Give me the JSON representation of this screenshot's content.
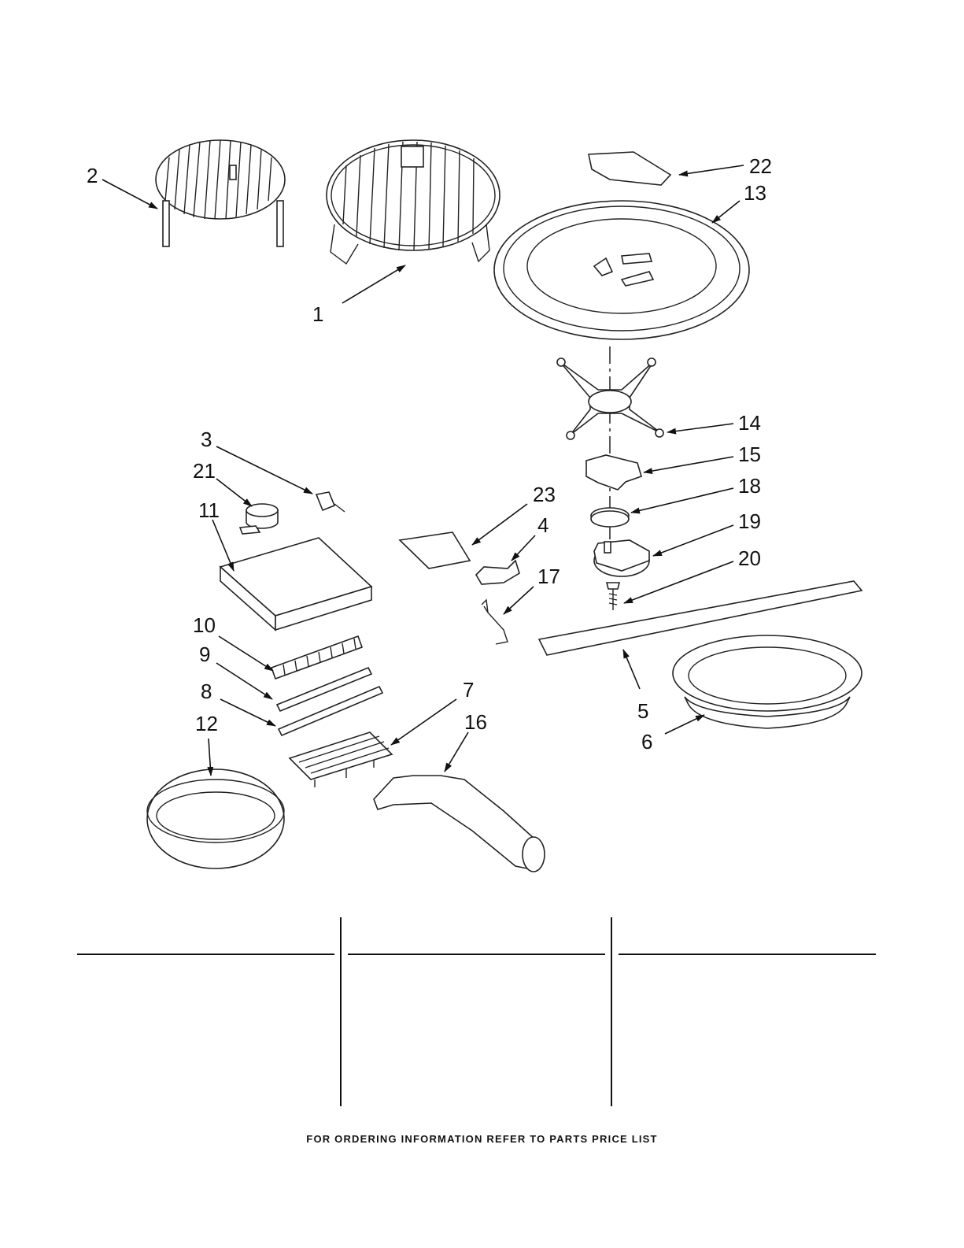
{
  "callouts": [
    "1",
    "2",
    "3",
    "4",
    "5",
    "6",
    "7",
    "8",
    "9",
    "10",
    "11",
    "12",
    "13",
    "14",
    "15",
    "16",
    "17",
    "18",
    "19",
    "20",
    "21",
    "22",
    "23"
  ],
  "footer_note": "FOR ORDERING INFORMATION REFER TO PARTS PRICE LIST",
  "colors": {
    "line": "#222222",
    "text": "#111111",
    "background": "#ffffff"
  }
}
